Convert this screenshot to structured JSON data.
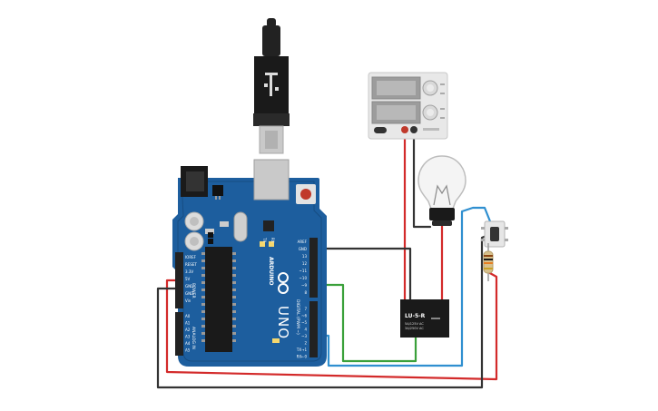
{
  "colors": {
    "board": "#1d5e9e",
    "board_dark": "#174d83",
    "wire_red": "#d32a2a",
    "wire_black": "#333333",
    "wire_green": "#3aa03a",
    "wire_blue": "#2f8fd0",
    "header": "#222222",
    "usb_metal": "#c9c9c9",
    "psu_body": "#e8e8e8"
  },
  "board": {
    "brand": "ARDUINO",
    "model": "UNO",
    "power_section": "POWER",
    "analog_section": "ANALOG IN",
    "digital_section": "DIGITAL (PWM ~)",
    "tx_label": "TX",
    "rx_label": "RX",
    "power_pins": [
      "IOREF",
      "RESET",
      "3.3V",
      "5V",
      "GND",
      "GND",
      "Vin"
    ],
    "analog_pins": [
      "A0",
      "A1",
      "A2",
      "A3",
      "A4",
      "A5"
    ],
    "digital_pins_top": [
      "AREF",
      "GND",
      "13",
      "12",
      "~11",
      "~10",
      "~9",
      "8"
    ],
    "digital_pins_bottom": [
      "7",
      "~6",
      "~5",
      "4",
      "~3",
      "2",
      "TX→1",
      "RX←0"
    ]
  },
  "relay": {
    "model": "LU-5-R",
    "line1": "5A/125V AC",
    "line2": "3A/250V AC"
  },
  "icons": {
    "usb": "usb-cable-icon",
    "bulb": "light-bulb-icon",
    "button": "pushbutton-icon",
    "resistor": "resistor-icon",
    "psu": "power-supply-icon"
  }
}
